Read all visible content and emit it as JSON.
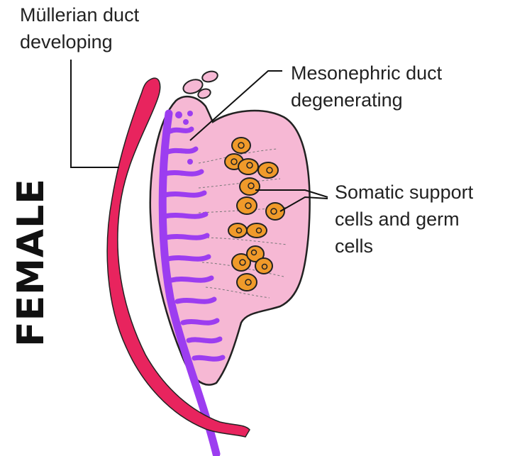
{
  "side_label": "FEMALE",
  "labels": {
    "mullerian_line1": "Müllerian duct",
    "mullerian_line2": "developing",
    "mesonephric_line1": "Mesonephric duct",
    "mesonephric_line2": "degenerating",
    "somatic_line1": "Somatic support",
    "somatic_line2": "cells and germ",
    "somatic_line3": "cells"
  },
  "colors": {
    "mullerian_duct": "#e8245e",
    "mesonephric_duct": "#9c3df0",
    "gonad_tissue": "#f6b8d4",
    "gonad_outline": "#222222",
    "germ_cells": "#f09a2a"
  }
}
